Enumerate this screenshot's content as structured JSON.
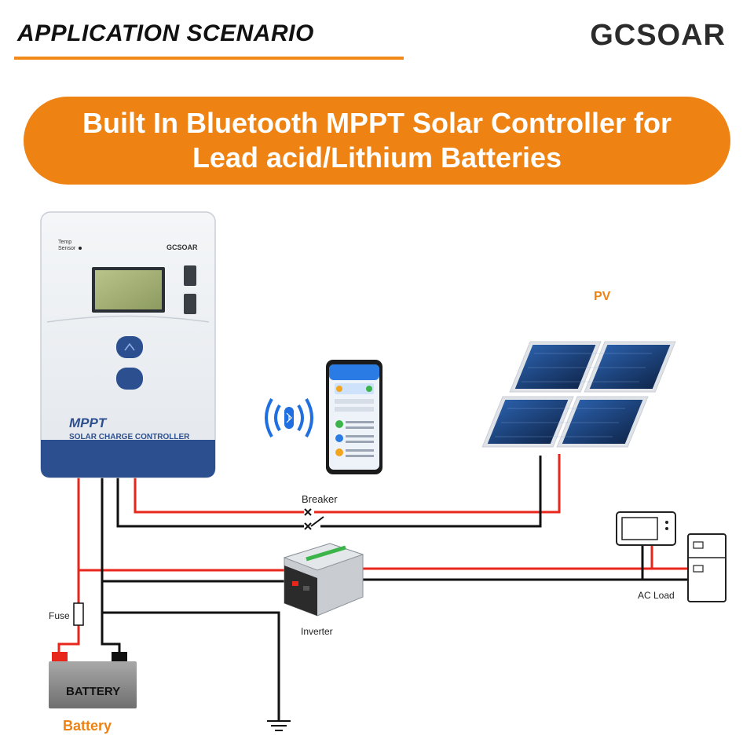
{
  "header": {
    "title": "APPLICATION SCENARIO",
    "brand": "GCSOAR"
  },
  "banner": {
    "line1": "Built In Bluetooth MPPT Solar Controller for",
    "line2": "Lead acid/Lithium Batteries"
  },
  "controller": {
    "sensor_label_1": "Temp",
    "sensor_label_2": "Sensor",
    "brand": "GCSOAR",
    "model": "MPPT",
    "subtitle": "SOLAR CHARGE CONTROLLER"
  },
  "labels": {
    "pv": "PV",
    "breaker": "Breaker",
    "inverter": "Inverter",
    "ac_load": "AC Load",
    "fuse": "Fuse",
    "battery_body": "BATTERY",
    "battery": "Battery"
  },
  "colors": {
    "accent": "#ee8212",
    "wire_positive": "#e8261c",
    "wire_negative": "#111111",
    "controller_base": "#2b4f8f",
    "bluetooth": "#1f6fe0"
  }
}
